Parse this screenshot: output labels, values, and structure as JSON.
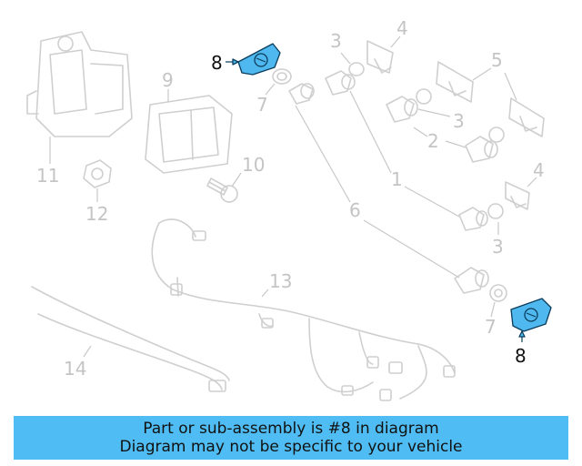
{
  "diagram": {
    "callouts": {
      "c1": "1",
      "c2": "2",
      "c3a": "3",
      "c3b": "3",
      "c3c": "3",
      "c4a": "4",
      "c4b": "4",
      "c5": "5",
      "c6": "6",
      "c7a": "7",
      "c7b": "7",
      "c8a": "8",
      "c8b": "8",
      "c9": "9",
      "c10": "10",
      "c11": "11",
      "c12": "12",
      "c13": "13",
      "c14": "14"
    },
    "highlight_color": "#4fb9ef"
  },
  "banner": {
    "line1": "Part or sub-assembly is #8 in diagram",
    "line2": "Diagram may not be specific to your vehicle",
    "color": "#4fbdf3"
  }
}
